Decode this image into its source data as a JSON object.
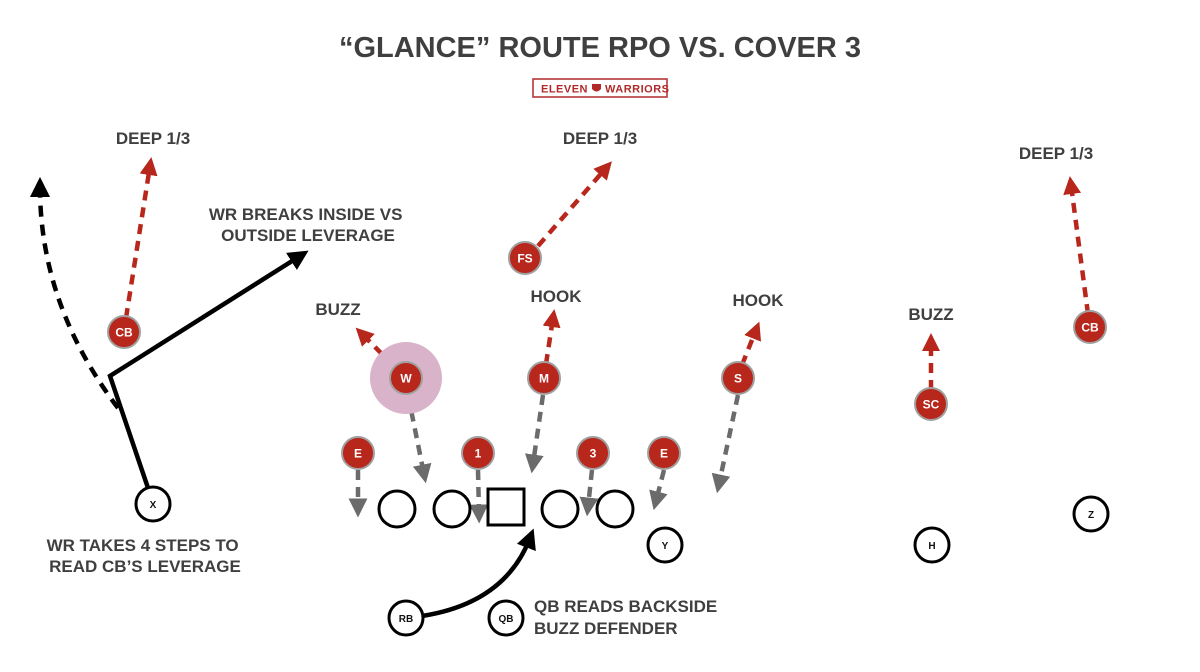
{
  "title": "“GLANCE” ROUTE RPO VS. COVER 3",
  "logo": {
    "left_text": "ELEVEN",
    "right_text": "WARRIORS",
    "color": "#b02a2a"
  },
  "colors": {
    "defender": "#b8271c",
    "defender_border": "#a0a0a0",
    "route_red": "#b8271c",
    "route_gray": "#6b6b6b",
    "route_black": "#000000",
    "highlight": "#d9b3c9",
    "text": "#3f3f3f"
  },
  "zone_labels": {
    "deep_left": "DEEP 1/3",
    "deep_middle": "DEEP 1/3",
    "deep_right": "DEEP 1/3",
    "buzz_left": "BUZZ",
    "hook_left": "HOOK",
    "hook_right": "HOOK",
    "buzz_right": "BUZZ"
  },
  "annotations": {
    "wr_breaks": [
      "WR BREAKS INSIDE VS",
      "OUTSIDE LEVERAGE"
    ],
    "wr_steps": [
      "WR TAKES 4 STEPS TO",
      "READ CB’S LEVERAGE"
    ],
    "qb_reads": [
      "QB READS BACKSIDE",
      "BUZZ DEFENDER"
    ]
  },
  "defenders": {
    "cb_left": "CB",
    "fs": "FS",
    "w": "W",
    "m": "M",
    "s": "S",
    "sc": "SC",
    "cb_right": "CB",
    "e_left": "E",
    "dt_1": "1",
    "dt_3": "3",
    "e_right": "E"
  },
  "offense": {
    "x": "X",
    "y": "Y",
    "h": "H",
    "z": "Z",
    "rb": "RB",
    "qb": "QB"
  }
}
